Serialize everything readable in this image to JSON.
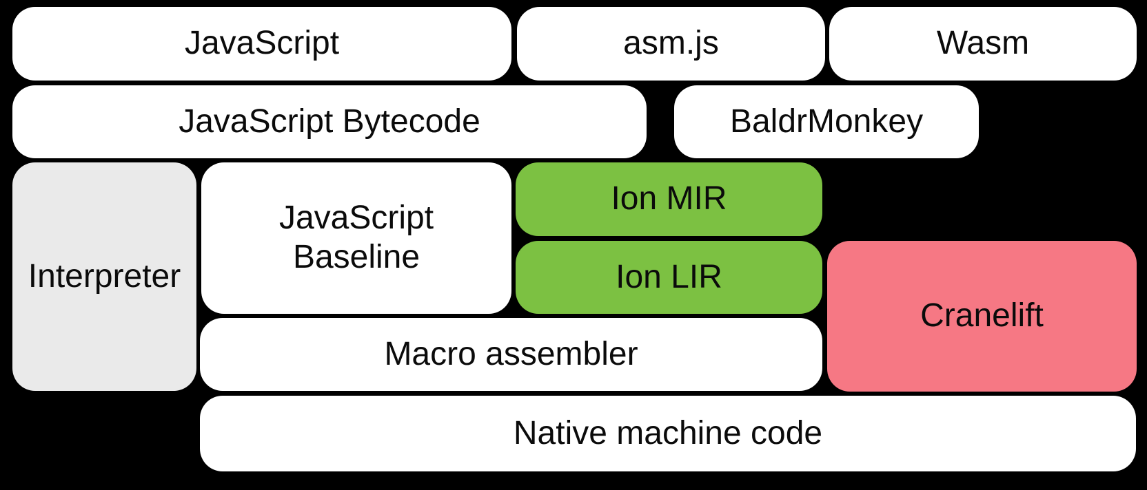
{
  "canvas": {
    "background": "#000000",
    "text_color": "#0b0b0b"
  },
  "colors": {
    "plain_box": "#ffffff",
    "interpreter_box": "#eaeaea",
    "ion_box": "#7cc142",
    "cranelift_box": "#f67884"
  },
  "boxes": [
    {
      "id": "javascript",
      "label": "JavaScript",
      "fill": "#ffffff"
    },
    {
      "id": "asm-js",
      "label": "asm.js",
      "fill": "#ffffff"
    },
    {
      "id": "wasm",
      "label": "Wasm",
      "fill": "#ffffff"
    },
    {
      "id": "javascript-bytecode",
      "label": "JavaScript Bytecode",
      "fill": "#ffffff"
    },
    {
      "id": "baldrmonkey",
      "label": "BaldrMonkey",
      "fill": "#ffffff"
    },
    {
      "id": "interpreter",
      "label": "Interpreter",
      "fill": "#eaeaea"
    },
    {
      "id": "javascript-baseline",
      "label": "JavaScript Baseline",
      "fill": "#ffffff"
    },
    {
      "id": "ion-mir",
      "label": "Ion MIR",
      "fill": "#7cc142"
    },
    {
      "id": "ion-lir",
      "label": "Ion LIR",
      "fill": "#7cc142"
    },
    {
      "id": "cranelift",
      "label": "Cranelift",
      "fill": "#f67884"
    },
    {
      "id": "macro-assembler",
      "label": "Macro assembler",
      "fill": "#ffffff"
    },
    {
      "id": "native-machine-code",
      "label": "Native machine code",
      "fill": "#ffffff"
    }
  ]
}
